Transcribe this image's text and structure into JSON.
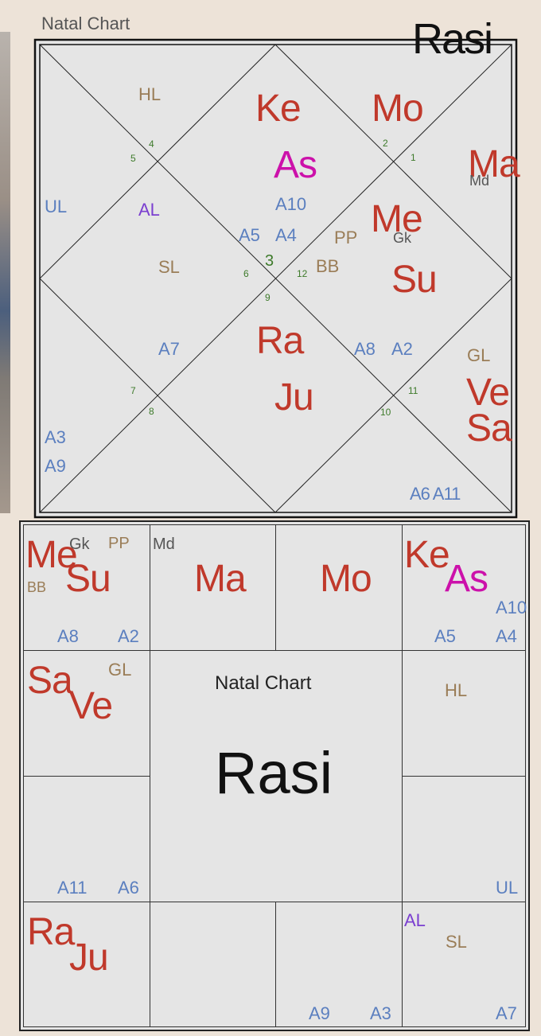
{
  "north_chart": {
    "title": "Natal Chart",
    "subtitle": "Rasi",
    "house_numbers": [
      "1",
      "2",
      "3",
      "4",
      "5",
      "6",
      "7",
      "8",
      "9",
      "10",
      "11",
      "12"
    ],
    "planets": {
      "ke": "Ke",
      "mo": "Mo",
      "as": "As",
      "ma": "Ma",
      "md": "Md",
      "me": "Me",
      "gk": "Gk",
      "su": "Su",
      "ra": "Ra",
      "ju": "Ju",
      "ve": "Ve",
      "sa": "Sa"
    },
    "points": {
      "hl": "HL",
      "ul": "UL",
      "al": "AL",
      "sl": "SL",
      "pp": "PP",
      "bb": "BB",
      "gl": "GL",
      "a10": "A10",
      "a5": "A5",
      "a4": "A4",
      "a7": "A7",
      "a8": "A8",
      "a2": "A2",
      "a3": "A3",
      "a9": "A9",
      "a6_a11": "A6 A11"
    }
  },
  "south_chart": {
    "title": "Natal Chart",
    "subtitle": "Rasi",
    "planets": {
      "me": "Me",
      "su": "Su",
      "ma": "Ma",
      "mo": "Mo",
      "ke": "Ke",
      "as": "As",
      "sa": "Sa",
      "ve": "Ve",
      "ra": "Ra",
      "ju": "Ju",
      "gk": "Gk",
      "md": "Md"
    },
    "points": {
      "pp": "PP",
      "bb": "BB",
      "a8": "A8",
      "a2": "A2",
      "a10": "A10",
      "a5": "A5",
      "a4": "A4",
      "gl": "GL",
      "hl": "HL",
      "a11": "A11",
      "a6": "A6",
      "ul": "UL",
      "al": "AL",
      "sl": "SL",
      "a9": "A9",
      "a3": "A3",
      "a7": "A7"
    }
  },
  "colors": {
    "planet": "#c0392b",
    "lagna": "#cc11aa",
    "arudha": "#5b7fbf",
    "arudha_lagna": "#7b3fd0",
    "special_lagna": "#9a7d57",
    "house_number": "#3d7a2a",
    "panel": "#e5e5e5"
  }
}
